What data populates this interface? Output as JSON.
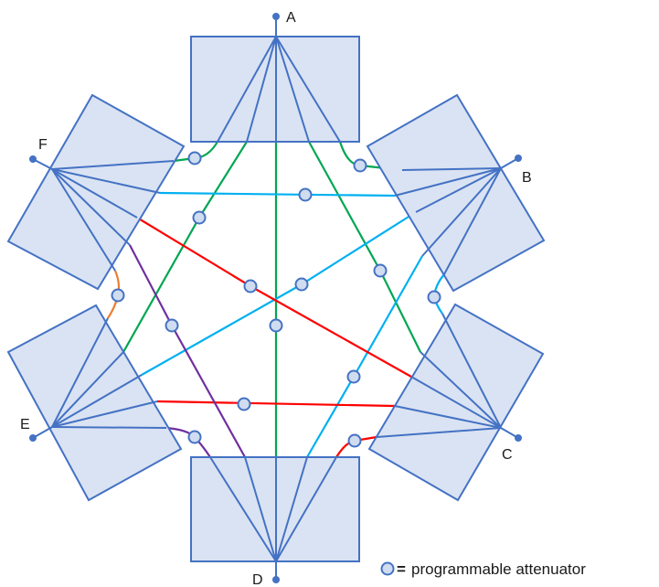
{
  "nodes": {
    "a": "A",
    "b": "B",
    "c": "C",
    "d": "D",
    "e": "E",
    "f": "F"
  },
  "legend": {
    "symbol": "=",
    "text": "programmable attenuator"
  },
  "colors": {
    "block_fill": "#dae3f3",
    "block_stroke": "#4472c4",
    "green": "#00a651",
    "cyan": "#00b0f0",
    "red": "#ff0000",
    "purple": "#7030a0",
    "orange": "#ed7d31"
  }
}
